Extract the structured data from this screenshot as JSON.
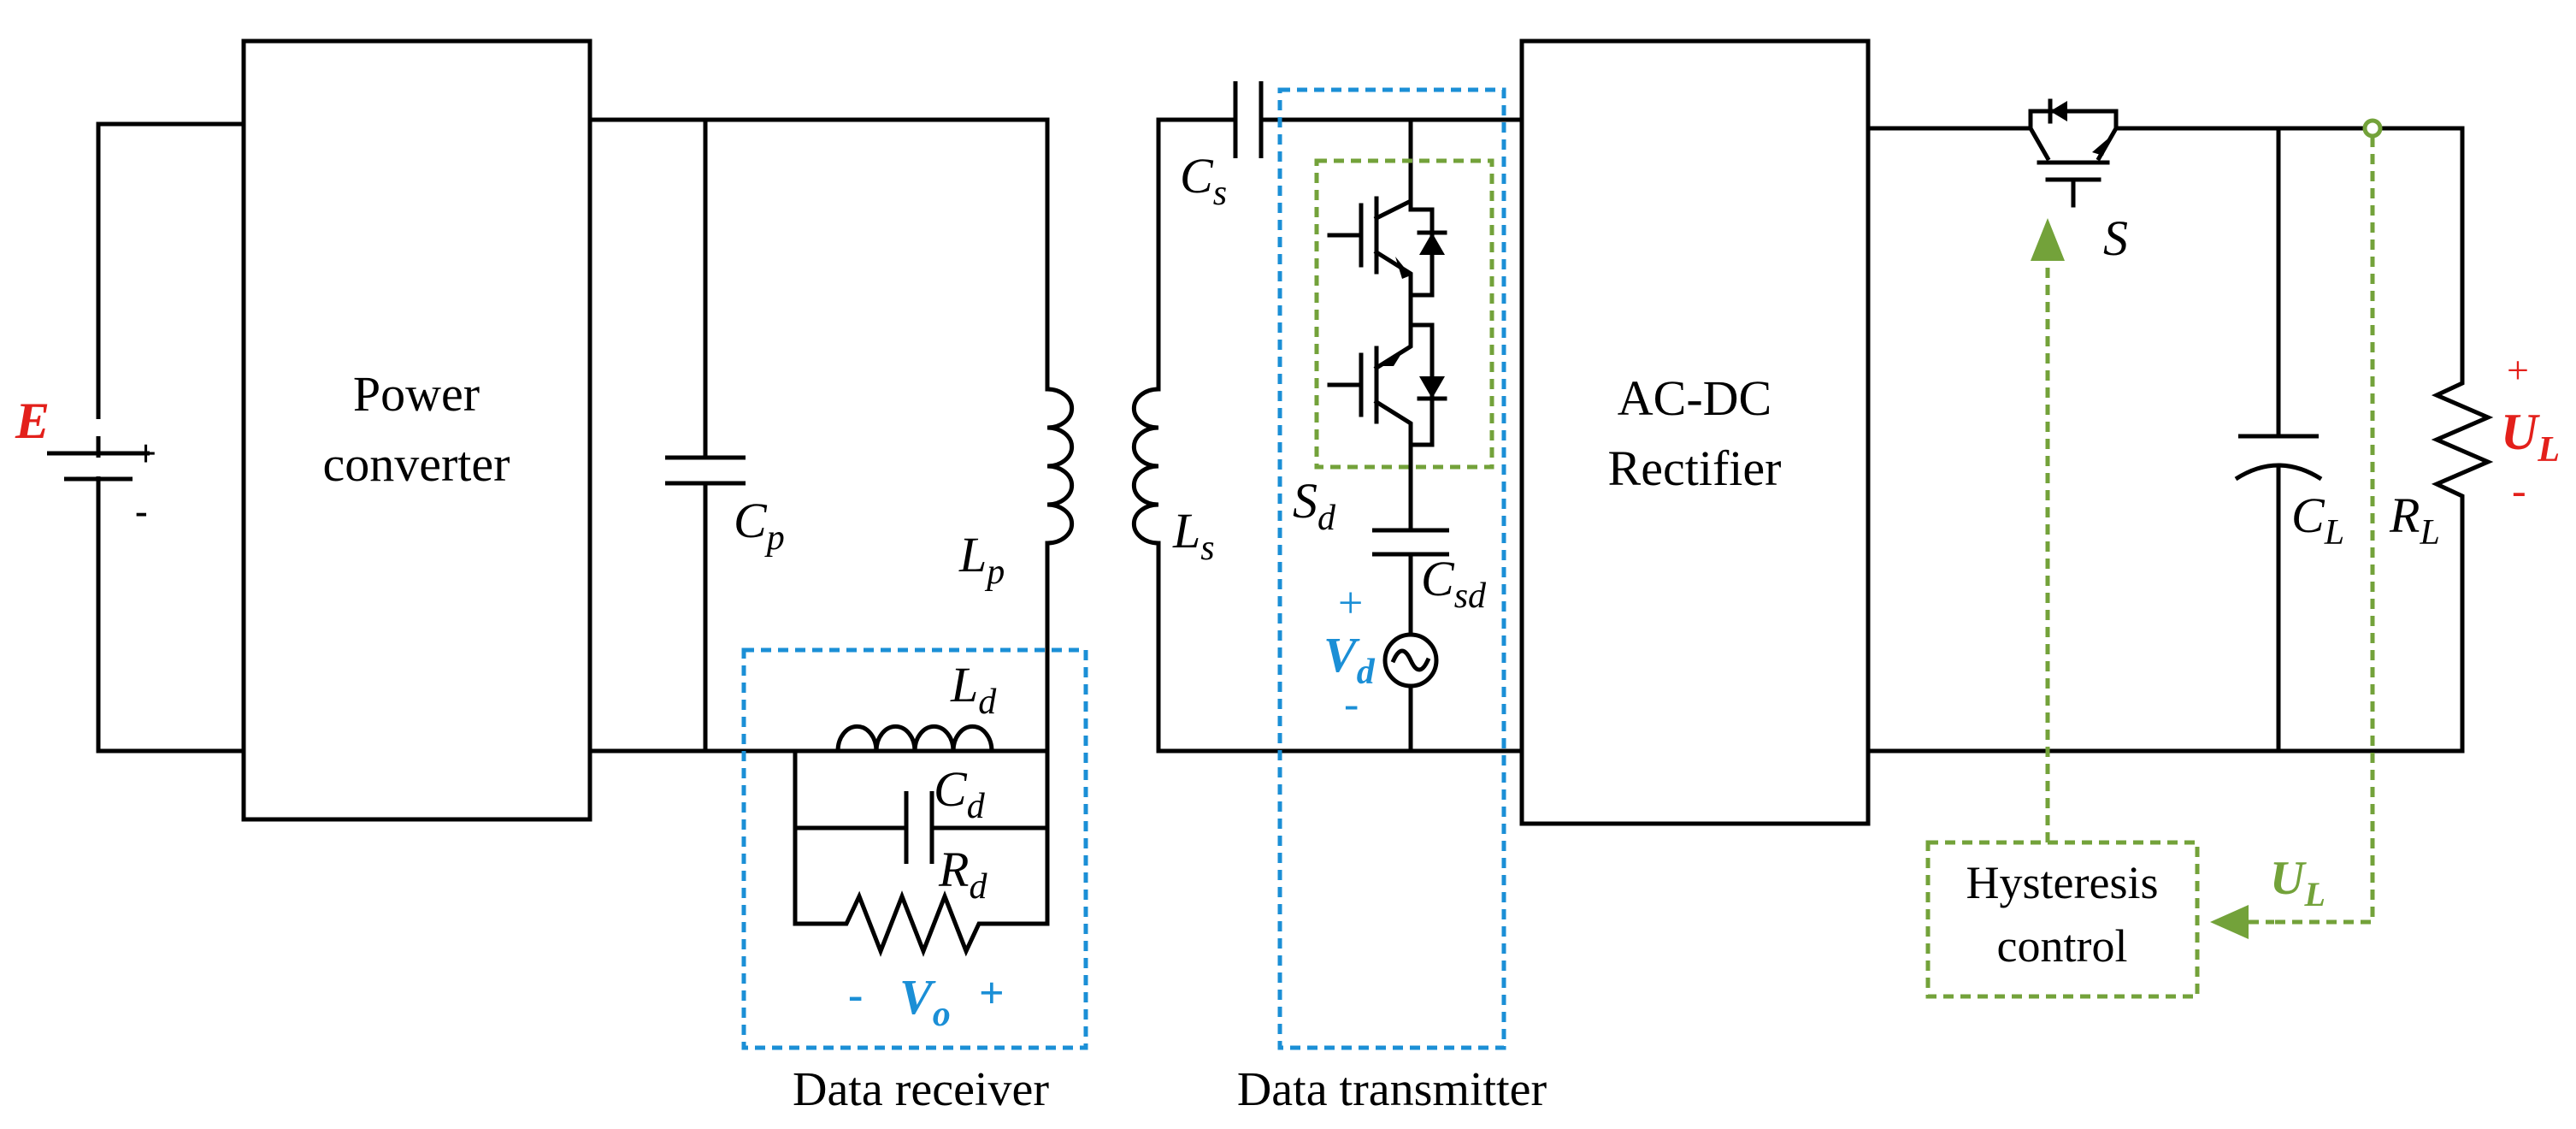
{
  "source": {
    "label": "E",
    "plus": "+",
    "minus": "-"
  },
  "blocks": {
    "power_converter": [
      "Power",
      "converter"
    ],
    "rectifier": [
      "AC-DC",
      "Rectifier"
    ],
    "hysteresis": [
      "Hysteresis",
      "control"
    ]
  },
  "components": {
    "Cp": {
      "main": "C",
      "sub": "p"
    },
    "Lp": {
      "main": "L",
      "sub": "p"
    },
    "Ls": {
      "main": "L",
      "sub": "s"
    },
    "Cs": {
      "main": "C",
      "sub": "s"
    },
    "Sd": {
      "main": "S",
      "sub": "d"
    },
    "Csd": {
      "main": "C",
      "sub": "sd"
    },
    "Ld": {
      "main": "L",
      "sub": "d"
    },
    "Cd": {
      "main": "C",
      "sub": "d"
    },
    "Rd": {
      "main": "R",
      "sub": "d"
    },
    "S": {
      "main": "S"
    },
    "CL": {
      "main": "C",
      "sub": "L"
    },
    "RL": {
      "main": "R",
      "sub": "L"
    }
  },
  "sources": {
    "Vd": {
      "main": "V",
      "sub": "d",
      "plus": "+",
      "minus": "-"
    },
    "Vo": {
      "main": "V",
      "sub": "o",
      "plus": "+",
      "minus": "-"
    },
    "UL_out": {
      "main": "U",
      "sub": "L",
      "plus": "+",
      "minus": "-"
    },
    "UL_fb": {
      "main": "U",
      "sub": "L"
    }
  },
  "captions": {
    "receiver": "Data receiver",
    "transmitter": "Data transmitter"
  },
  "colors": {
    "wire": "#000000",
    "receiver_box": "#1b8fd6",
    "transmitter_box": "#1b8fd6",
    "switch_box": "#73a23a",
    "control": "#73a23a",
    "source_label": "#e3201b",
    "output_label": "#e3201b"
  }
}
